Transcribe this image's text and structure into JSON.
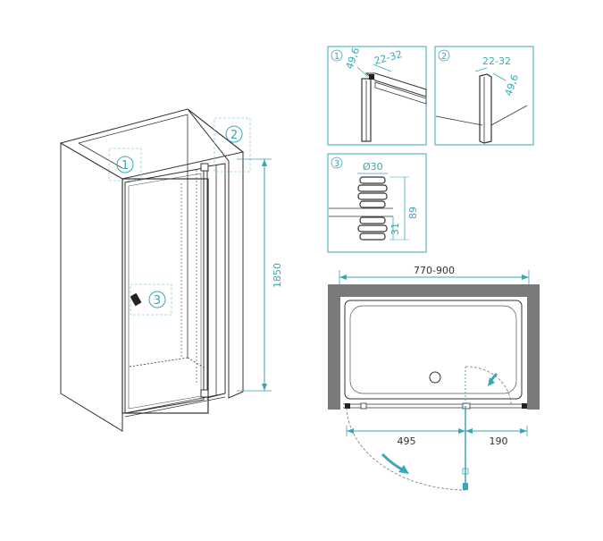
{
  "callouts": {
    "c1": "1",
    "c2": "2",
    "c3": "3"
  },
  "dimensions": {
    "height": "1850",
    "depth_a": "49,6",
    "range_a": "22-32",
    "range_b": "22-32",
    "depth_b": "49,6",
    "handle_diameter": "Ø30",
    "handle_h1": "89",
    "handle_h2": "31",
    "width_range": "770-900",
    "door_width": "495",
    "fixed_width": "190"
  },
  "colors": {
    "accent": "#3aa7b5",
    "line": "#333333",
    "wall": "#7a7a7a"
  }
}
